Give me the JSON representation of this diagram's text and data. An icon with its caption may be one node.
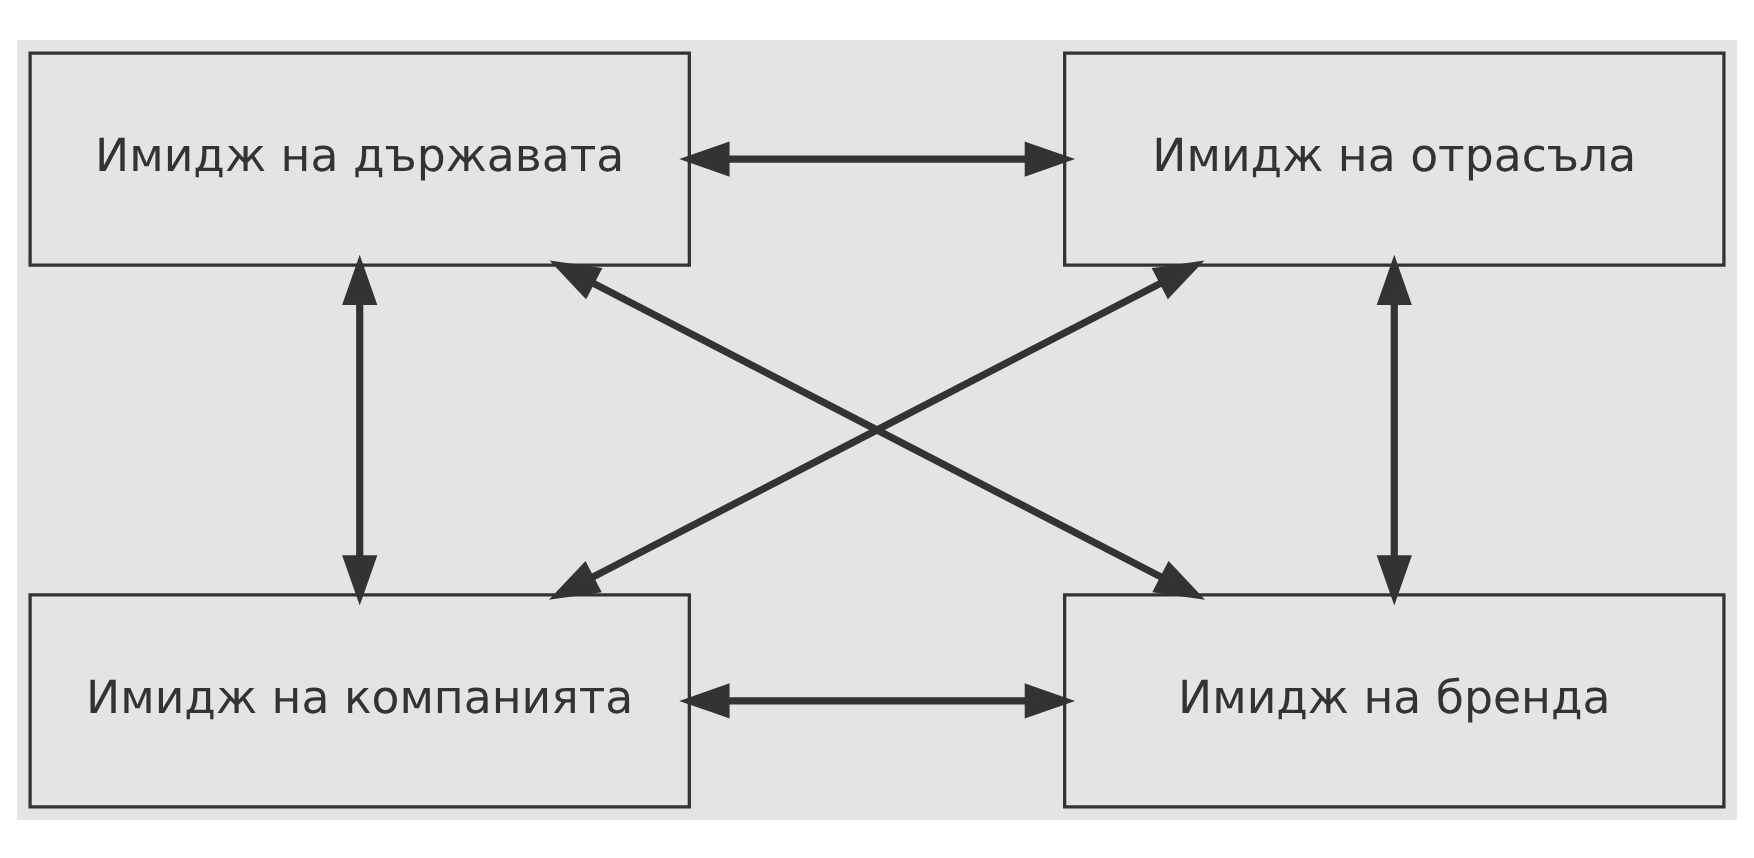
{
  "diagram": {
    "nodes": [
      {
        "text": [
          "Имидж на държавата"
        ]
      },
      {
        "text": [
          "Имидж на отрасъла"
        ]
      },
      {
        "text": [
          "Имидж на компанията"
        ]
      },
      {
        "text": [
          "Имидж на бренда"
        ]
      }
    ],
    "edges": [
      {
        "from": 0,
        "to": 1,
        "arrow": "both"
      },
      {
        "from": 0,
        "to": 2,
        "arrow": "both"
      },
      {
        "from": 1,
        "to": 3,
        "arrow": "both"
      },
      {
        "from": 0,
        "to": 3,
        "arrow": "both"
      },
      {
        "from": 1,
        "to": 2,
        "arrow": "both"
      },
      {
        "from": 2,
        "to": 3,
        "arrow": "both"
      }
    ]
  }
}
